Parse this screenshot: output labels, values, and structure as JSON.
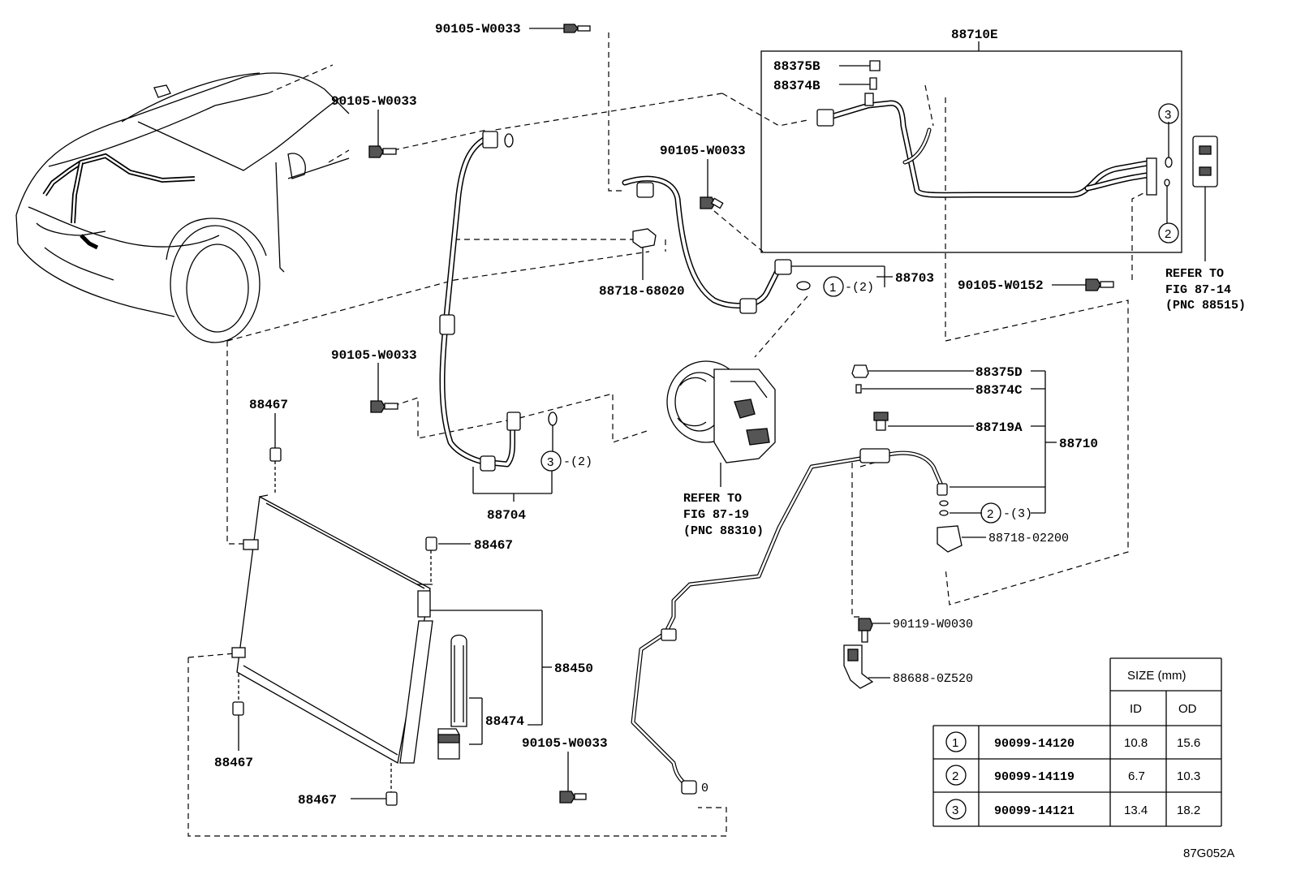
{
  "figure_code": "87G052A",
  "callouts": {
    "c_88710E": "88710E",
    "c_88375B": "88375B",
    "c_88374B": "88374B",
    "c_bolt_top": "90105-W0033",
    "c_bolt_left1": "90105-W0033",
    "c_bolt_mid": "90105-W0033",
    "c_bolt_left2": "90105-W0033",
    "c_bolt_bottom": "90105-W0033",
    "c_bolt_w0152": "90105-W0152",
    "c_88703": "88703",
    "c_88703_qty": "-(2)",
    "c_88718_68020": "88718-68020",
    "c_88704": "88704",
    "c_88704_qty": "-(2)",
    "c_88467_a": "88467",
    "c_88467_b": "88467",
    "c_88467_c": "88467",
    "c_88467_d": "88467",
    "c_88450": "88450",
    "c_88474": "88474",
    "c_88375D": "88375D",
    "c_88374C": "88374C",
    "c_88719A": "88719A",
    "c_88710": "88710",
    "c_88710_qty": "-(3)",
    "c_88718_02200": "88718-02200",
    "c_90119": "90119-W0030",
    "c_88688": "88688-0Z520",
    "c_small_o": "0"
  },
  "references": {
    "evap": [
      "REFER TO",
      "FIG 87-14",
      "(PNC 88515)"
    ],
    "compressor": [
      "REFER TO",
      "FIG 87-19",
      "(PNC 88310)"
    ]
  },
  "circled": {
    "one": "1",
    "two": "2",
    "three": "3"
  },
  "size_table": {
    "header_size": "SIZE (mm)",
    "header_id": "ID",
    "header_od": "OD",
    "rows": [
      {
        "mark": "1",
        "part": "90099-14120",
        "id": "10.8",
        "od": "15.6"
      },
      {
        "mark": "2",
        "part": "90099-14119",
        "id": "6.7",
        "od": "10.3"
      },
      {
        "mark": "3",
        "part": "90099-14121",
        "id": "13.4",
        "od": "18.2"
      }
    ]
  }
}
